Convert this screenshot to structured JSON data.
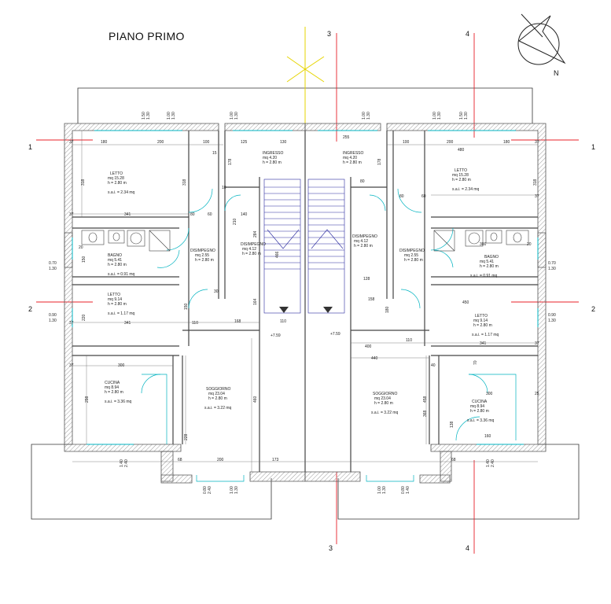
{
  "title": "PIANO PRIMO",
  "north_label": "N",
  "colors": {
    "wall": "#555555",
    "hatch": "#999999",
    "axis_line": "#e8202a",
    "stair_line": "#2a2aa0",
    "door_swing": "#00b3c0",
    "entrance_marker": "#e6d400"
  },
  "axes": {
    "h1_left": "1",
    "h1_right": "1",
    "h2_left": "2",
    "h2_right": "2",
    "v3_top": "3",
    "v3_bottom": "3",
    "v4_top": "4",
    "v4_bottom": "4"
  },
  "rooms": [
    {
      "id": "letto-nw",
      "lines": [
        "LETTO",
        "mq 15.28",
        "h = 2.80 m",
        "",
        "s.a.i. = 2.34 mq"
      ]
    },
    {
      "id": "bagno-w",
      "lines": [
        "BAGNO",
        "mq 5.41",
        "h = 2.80 m",
        "",
        "s.a.i. = 0.91 mq"
      ]
    },
    {
      "id": "disimpegno-w",
      "lines": [
        "DISIMPEGNO",
        "mq 2.55",
        "h = 2.80 m"
      ]
    },
    {
      "id": "letto-w2",
      "lines": [
        "LETTO",
        "mq 9.14",
        "h = 2.80 m",
        "",
        "s.a.i. = 1.17 mq"
      ]
    },
    {
      "id": "cucina-w",
      "lines": [
        "CUCINA",
        "mq 8.94",
        "h = 2.80 m",
        "",
        "s.a.i. = 3.36 mq"
      ]
    },
    {
      "id": "soggiorno-w",
      "lines": [
        "SOGGIORNO",
        "mq 23.04",
        "h = 2.80 m",
        "",
        "s.a.i. = 3.22 mq"
      ]
    },
    {
      "id": "ingresso-w",
      "lines": [
        "INGRESSO",
        "mq 4.20",
        "h = 2.80 m"
      ]
    },
    {
      "id": "disimpegno-wc",
      "lines": [
        "DISIMPEGNO",
        "mq 4.12",
        "h = 2.80 m"
      ]
    },
    {
      "id": "ingresso-e",
      "lines": [
        "INGRESSO",
        "mq 4.20",
        "h = 2.80 m"
      ]
    },
    {
      "id": "disimpegno-ec",
      "lines": [
        "DISIMPEGNO",
        "mq 4.12",
        "h = 2.80 m"
      ]
    },
    {
      "id": "letto-ne",
      "lines": [
        "LETTO",
        "mq 15.28",
        "h = 2.80 m",
        "",
        "s.a.i. = 2.34 mq"
      ]
    },
    {
      "id": "disimpegno-e",
      "lines": [
        "DISIMPEGNO",
        "mq 2.55",
        "h = 2.80 m"
      ]
    },
    {
      "id": "bagno-e",
      "lines": [
        "BAGNO",
        "mq 5.41",
        "h = 2.80 m",
        "",
        "s.a.i. = 0.91 mq"
      ]
    },
    {
      "id": "letto-e2",
      "lines": [
        "LETTO",
        "mq 9.14",
        "h = 2.80 m",
        "",
        "s.a.i. = 1.17 mq"
      ]
    },
    {
      "id": "soggiorno-e",
      "lines": [
        "SOGGIORNO",
        "mq 23.04",
        "h = 2.80 m",
        "",
        "s.a.i. = 3.22 mq"
      ]
    },
    {
      "id": "cucina-e",
      "lines": [
        "CUCINA",
        "mq 8.94",
        "h = 2.80 m",
        "",
        "s.a.i. = 3.36 mq"
      ]
    }
  ],
  "levels": {
    "west": "+7.59",
    "east": "+7.59"
  },
  "dims": {
    "d180": "180",
    "d200": "200",
    "d100": "100",
    "d125": "125",
    "d130": "130",
    "d255": "255",
    "d480": "480",
    "d341": "341",
    "d300": "300",
    "d440": "440",
    "d400": "400",
    "d460": "460",
    "d173": "173",
    "d168": "168",
    "d110": "110",
    "d140": "140",
    "d160": "160",
    "d158": "158",
    "d450": "450",
    "d128": "128",
    "d80": "80",
    "d60": "60",
    "d68": "68",
    "d37": "37",
    "d15": "15",
    "d10": "10",
    "d178": "178",
    "d318": "318",
    "d298": "298",
    "d228": "228",
    "d284": "284",
    "d210": "210",
    "d164": "164",
    "d466": "466",
    "d150": "150",
    "d220": "220",
    "d20": "20",
    "d30": "30",
    "d70": "70",
    "d40": "40",
    "d25": "25",
    "d138": "138",
    "d458": "458",
    "d368": "368",
    "d180b": "180",
    "win_070_130": [
      "0.70",
      "1.30"
    ],
    "win_090_130": [
      "0.90",
      "1.30"
    ],
    "win_140_240": [
      "1.40",
      "2.40"
    ],
    "win_080_240": [
      "0.80",
      "2.40"
    ],
    "win_100_130": [
      "1.00",
      "1.30"
    ],
    "win_080_140": [
      "0.80",
      "1.40"
    ],
    "win_150_130": [
      "1.50",
      "1.30"
    ],
    "win_100_130b": [
      "1.00",
      "1.30"
    ]
  }
}
